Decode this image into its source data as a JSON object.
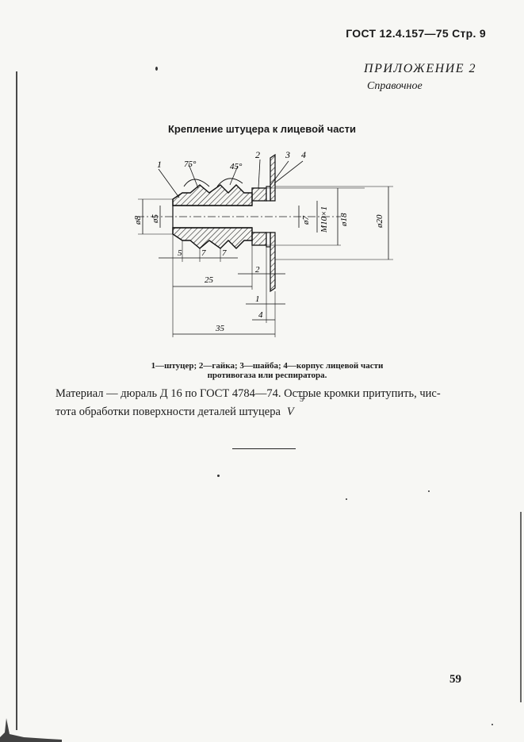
{
  "header": {
    "standard": "ГОСТ 12.4.157—75 Стр. 9"
  },
  "appendix": {
    "title": "ПРИЛОЖЕНИЕ 2",
    "subtitle": "Справочное"
  },
  "figure": {
    "title": "Крепление штуцера к лицевой части",
    "part_labels": [
      "1",
      "2",
      "3",
      "4"
    ],
    "angles": {
      "left": "75°",
      "right": "45°"
    },
    "diameters": {
      "d8": "ø8",
      "d5": "ø5",
      "d7": "ø7",
      "thread": "M10×1",
      "d18": "ø18",
      "d20": "ø20"
    },
    "dims": {
      "seg5": "5",
      "seg7a": "7",
      "seg7b": "7",
      "len25": "25",
      "gap2": "2",
      "gap1": "1",
      "len4": "4",
      "len35": "35"
    },
    "caption_line1": "1—штуцер; 2—гайка; 3—шайба; 4—корпус лицевой части",
    "caption_line2": "противогаза или респиратора."
  },
  "body": {
    "line1": "Материал — дюраль Д 16 по ГОСТ 4784—74. Острые кромки притупить, чис-",
    "line2": "тота обработки поверхности деталей штуцера",
    "roughness_class": "5",
    "roughness_sign": "V"
  },
  "footer": {
    "page_number": "59"
  }
}
